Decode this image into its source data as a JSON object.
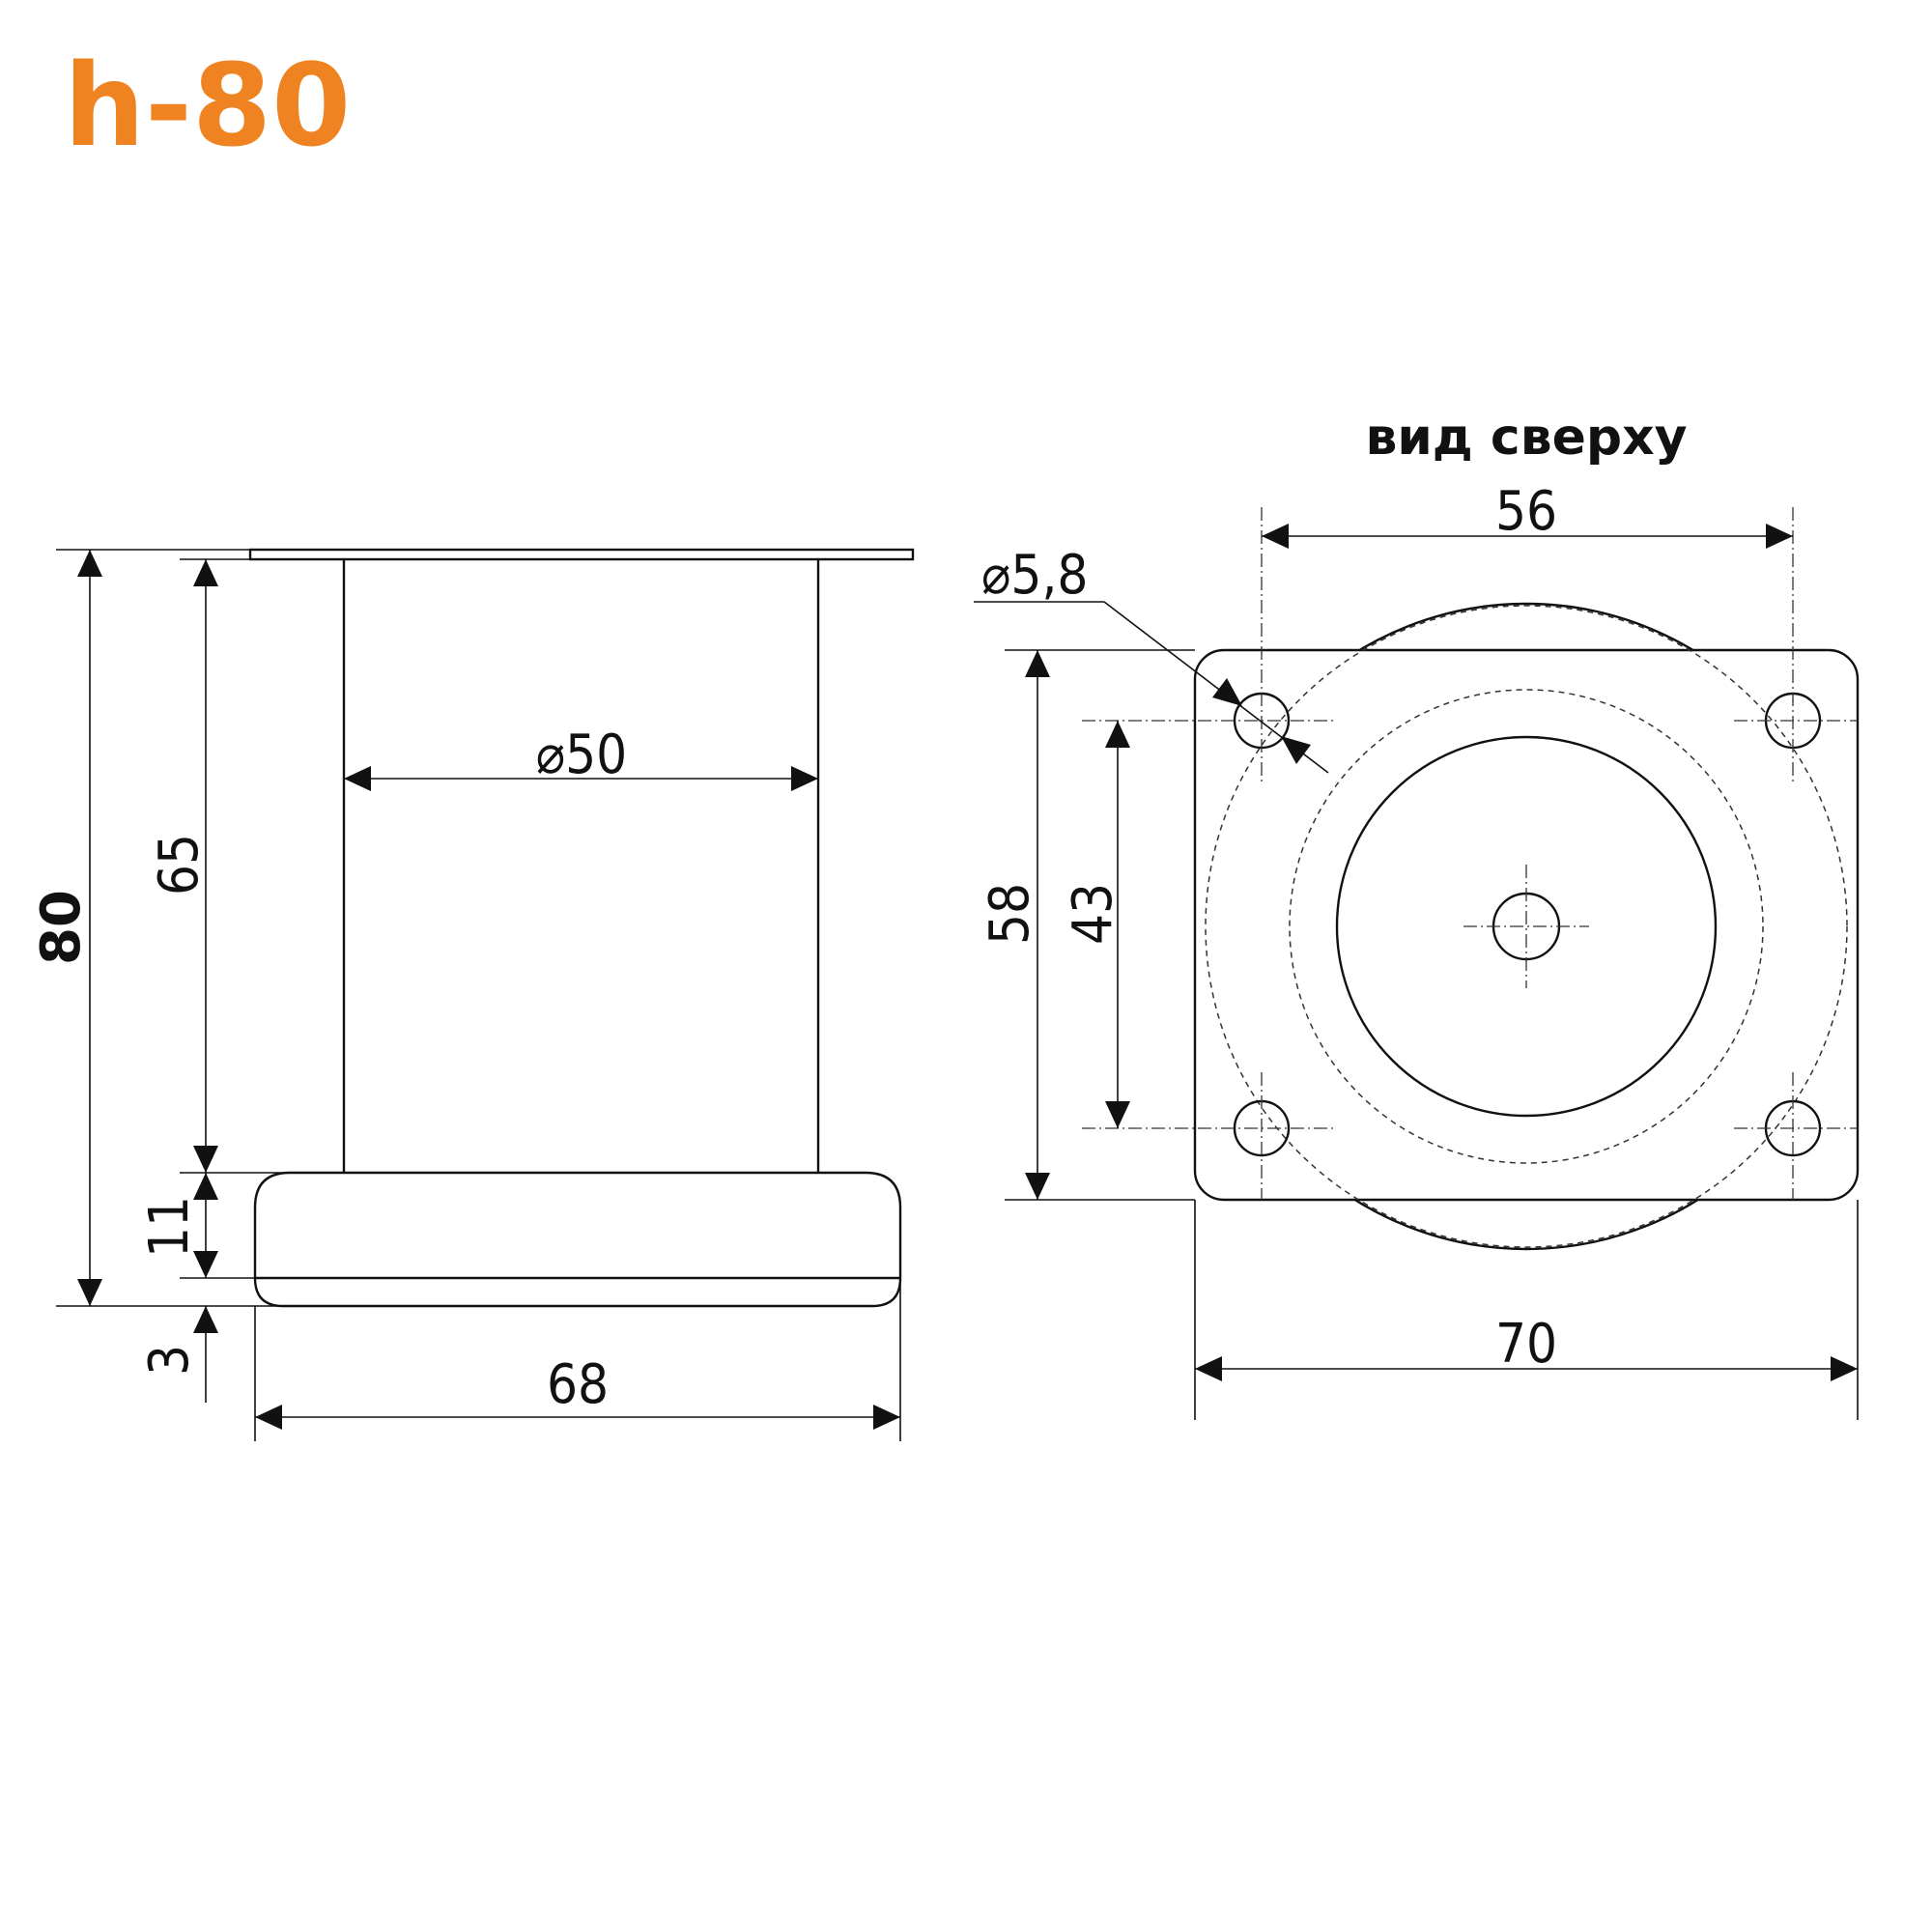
{
  "title": {
    "text": "h-80",
    "color": "#f08321"
  },
  "side_view": {
    "dimensions": {
      "total_height": "80",
      "post_height": "65",
      "base_height": "11",
      "base_bottom_offset": "3",
      "base_width": "68",
      "post_diameter": "⌀50"
    }
  },
  "top_view": {
    "caption": "вид сверху",
    "dimensions": {
      "hole_spacing_x": "56",
      "hole_spacing_y": "43",
      "plate_height": "58",
      "plate_width": "70",
      "hole_diameter": "⌀5,8"
    }
  },
  "colors": {
    "line": "#111111",
    "background": "#ffffff",
    "accent": "#f08321"
  }
}
